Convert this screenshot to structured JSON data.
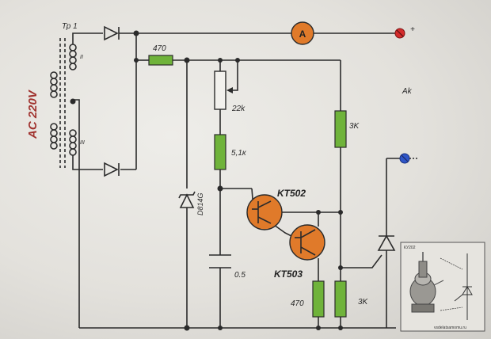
{
  "labels": {
    "transformer": "Тр 1",
    "winding_a": "II",
    "winding_b": "III",
    "ac_source": "AC 220V",
    "r_top": "470",
    "pot": "22k",
    "r_mid": "5,1к",
    "zener": "D814G",
    "cap": "0.5",
    "q1": "KT502",
    "q2": "KT503",
    "r_right": "3K",
    "r_bottom_left": "470",
    "r_bottom_right": "3K",
    "ammeter": "A",
    "battery": "Ak",
    "plus_terminal": "+",
    "inset_title": "КУ202",
    "inset_credit": "vsdelatsamomu.ru"
  },
  "colors": {
    "resistor": "#6fb33a",
    "transistor": "#e07a2a",
    "ammeter": "#e07a2a",
    "positive_terminal": "#d42b2b",
    "negative_terminal": "#2f56c8",
    "ac_label": "#a0322e"
  }
}
